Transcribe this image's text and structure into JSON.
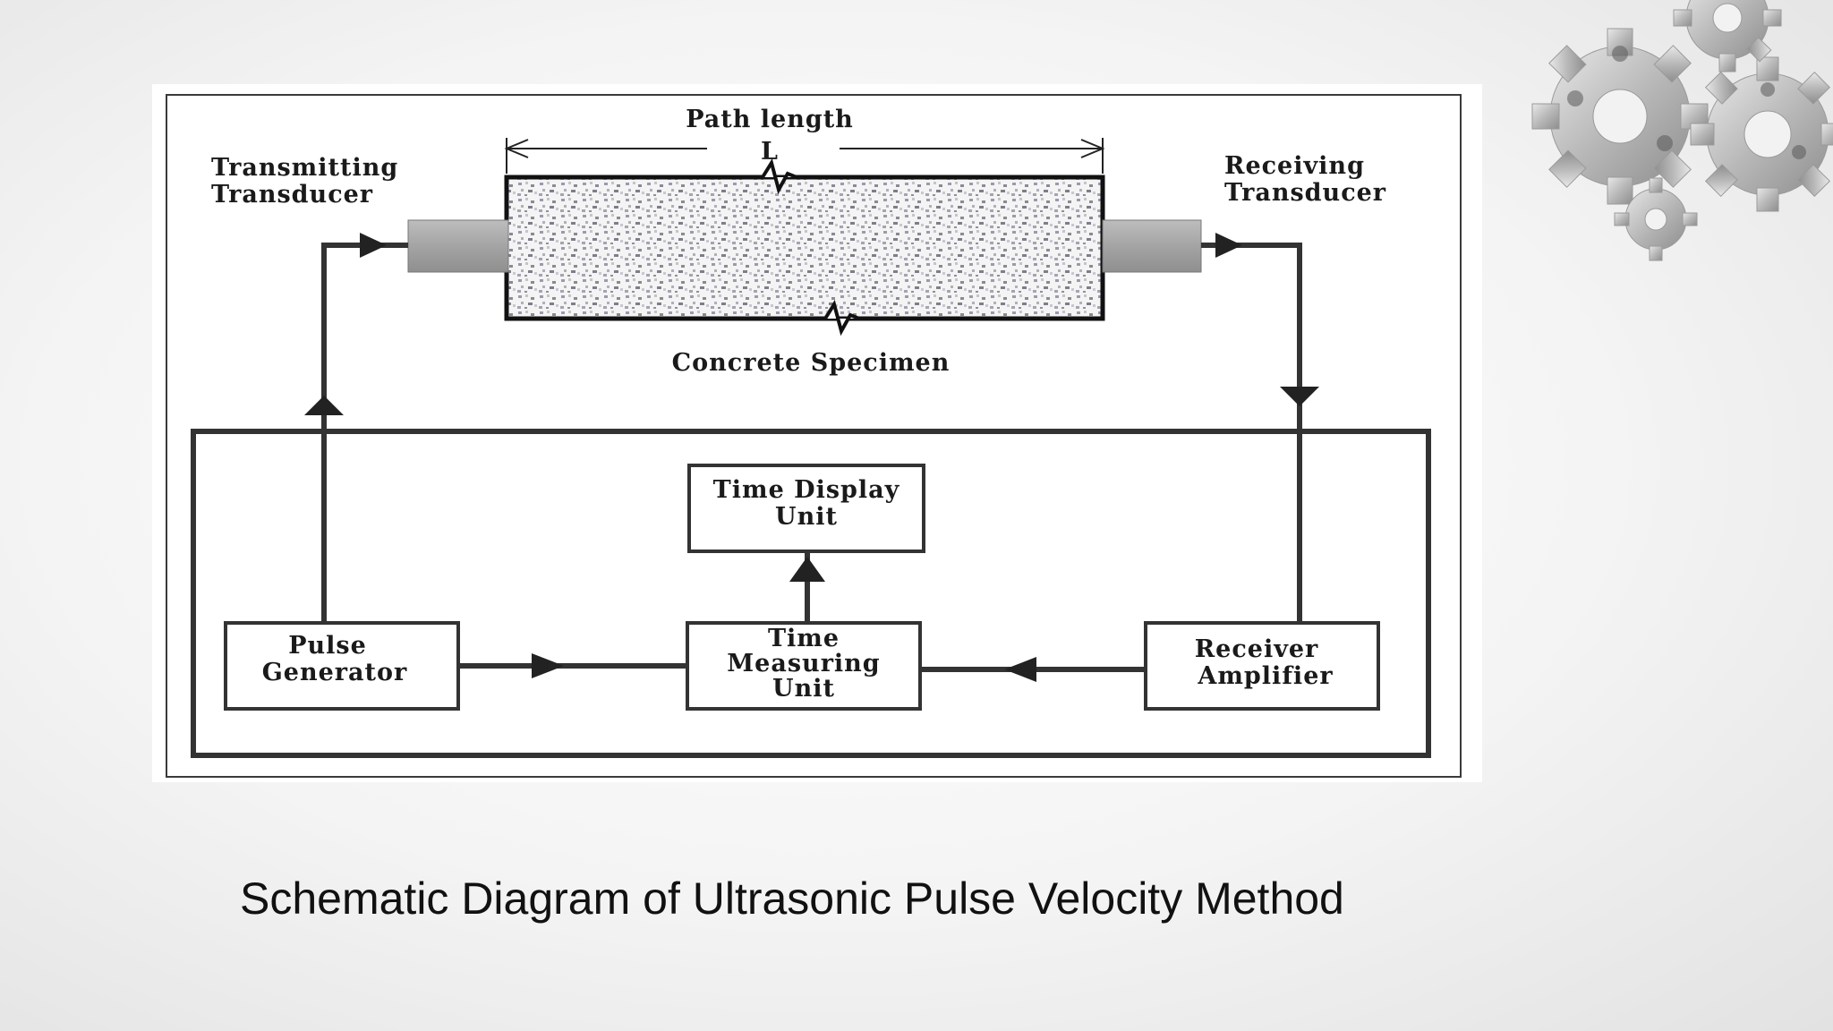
{
  "slide": {
    "caption": "Schematic Diagram of Ultrasonic Pulse Velocity Method"
  },
  "diagram": {
    "path_length_label": "Path length",
    "path_length_symbol": "L",
    "transmitting_transducer": [
      "Transmitting",
      "Transducer"
    ],
    "receiving_transducer": [
      "Receiving",
      "Transducer"
    ],
    "specimen_label": "Concrete Specimen",
    "time_display_unit": [
      "Time Display",
      "Unit"
    ],
    "time_measuring_unit": [
      "Time",
      "Measuring",
      "Unit"
    ],
    "pulse_generator": [
      "Pulse",
      "Generator"
    ],
    "receiver_amplifier": [
      "Receiver",
      "Amplifier"
    ]
  },
  "decor": {
    "background_icon": "gears-icon"
  },
  "colors": {
    "line": "#2b2b2b",
    "transducer": "#a9a9a9",
    "text": "#111111"
  }
}
